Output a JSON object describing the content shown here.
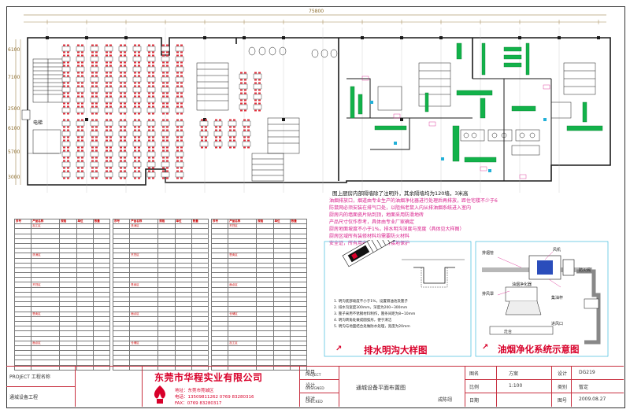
{
  "drawing": {
    "overall_dim": "75800",
    "left_dims": [
      "6100",
      "7100",
      "2500",
      "6100",
      "5700",
      "3000"
    ],
    "room_label": "电梯",
    "note_title": "图上厨房内部隔墙除了注明外，其余隔墙均为120墙，3米高",
    "notes": [
      "油烟排放口，烟道由专业生产的油烟净化器进行处理后再排放，距住宅楼不少于6",
      "防鼠网必须安装在排气口处，以阻挡老鼠入内从排油烟系统进入室内",
      "厨房内的墙面瓷片贴到顶，地面采用防滑地砖",
      "产品尺寸仅作参考，具体由专业厂家确定",
      "厨房地面坡度不小于1%，排水明沟深度与宽度（具体见大样图）",
      "厨房区域所有装修材料均需要防火材料",
      "安全证，所有用电设备必须有接地保护"
    ],
    "drain_notes": [
      "1. 明沟底部坡度不小于1%，设置隔油池及篦子",
      "2. 排水沟宽度300mm，深度为200~300mm",
      "3. 篦子采用不锈钢材料制作，篦条间距为8~10mm",
      "4. 明沟转角处做成圆弧形，便于清洁",
      "5. 明沟与地面结合处做防水处理，宽度为20mm"
    ],
    "drain_title": "排水明沟大样图",
    "oil_title": "油烟净化系统示意图",
    "oil_labels": [
      "排烟管",
      "风机",
      "油烟净化器",
      "防火阀",
      "排风罩",
      "集油杯",
      "灶台",
      "进风口"
    ]
  },
  "spec_table": {
    "headers": [
      "序号",
      "产品名称",
      "规格",
      "单位",
      "数量"
    ],
    "section_labels": [
      "加工区",
      "洗消区",
      "烹饪区",
      "售卖区",
      "面点区",
      "仓储区"
    ],
    "rows": 30
  },
  "title_block": {
    "company": "东莞市华程实业有限公司",
    "address": "地址：东莞市莞城区",
    "tel": "电话：13509811262  0769 83280316",
    "fax": "FAX：0769 83280317",
    "left_text_1": "PROJECT 工程名称",
    "left_text_2": "通城设备工程",
    "project_label": "项目",
    "project_label_en": "PROJECT",
    "design_label": "设计",
    "design_label_en": "DESIGNED",
    "check_label": "校对",
    "check_label_en": "CHECKED",
    "drawing_title": "通城设备平面布置图",
    "sheet_label": "图名",
    "scale_label": "比例",
    "scale_value": "1:100",
    "date_label": "日期",
    "date_value": "2009.08.27",
    "drawing_no_label": "图号",
    "drawing_no_value": "DG219",
    "stage_label": "设计",
    "stage_value": "方案",
    "category_label": "类别",
    "category_value": "暂定",
    "signer": "成陈翊"
  },
  "colors": {
    "wall": "#1a1a1a",
    "equipment": "#12b24a",
    "magenta": "#d81c8a",
    "dim": "#8a6a2a",
    "title_red": "#d8002a",
    "cyan": "#22b0d8"
  }
}
